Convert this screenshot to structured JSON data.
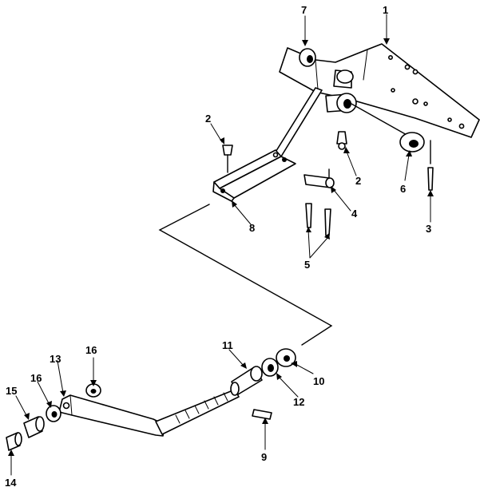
{
  "callouts": [
    {
      "id": "c1",
      "label": "1"
    },
    {
      "id": "c2a",
      "label": "2"
    },
    {
      "id": "c2b",
      "label": "2"
    },
    {
      "id": "c3",
      "label": "3"
    },
    {
      "id": "c4",
      "label": "4"
    },
    {
      "id": "c5",
      "label": "5"
    },
    {
      "id": "c6",
      "label": "6"
    },
    {
      "id": "c7",
      "label": "7"
    },
    {
      "id": "c8",
      "label": "8"
    },
    {
      "id": "c9",
      "label": "9"
    },
    {
      "id": "c10",
      "label": "10"
    },
    {
      "id": "c11",
      "label": "11"
    },
    {
      "id": "c12",
      "label": "12"
    },
    {
      "id": "c13",
      "label": "13"
    },
    {
      "id": "c14",
      "label": "14"
    },
    {
      "id": "c15",
      "label": "15"
    },
    {
      "id": "c16a",
      "label": "16"
    },
    {
      "id": "c16b",
      "label": "16"
    }
  ]
}
